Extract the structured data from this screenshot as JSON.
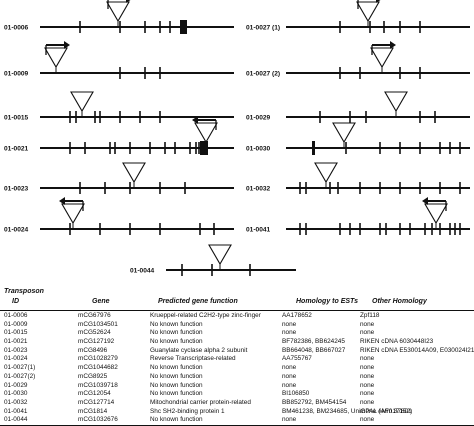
{
  "diagrams": [
    {
      "label": "01-0006",
      "strand": "+"
    },
    {
      "label": "01-0009",
      "strand": "+"
    },
    {
      "label": "01-0015",
      "strand": null
    },
    {
      "label": "01-0021",
      "strand": "-"
    },
    {
      "label": "01-0023",
      "strand": null
    },
    {
      "label": "01-0024",
      "strand": "-"
    },
    {
      "label": "01-0027 (1)",
      "strand": "+"
    },
    {
      "label": "01-0027 (2)",
      "strand": "+"
    },
    {
      "label": "01-0029",
      "strand": null
    },
    {
      "label": "01-0030",
      "strand": null
    },
    {
      "label": "01-0032",
      "strand": null
    },
    {
      "label": "01-0041",
      "strand": "-"
    },
    {
      "label": "01-0044",
      "strand": null
    }
  ],
  "table": {
    "headers": {
      "transposon": "Transposon",
      "id": "ID",
      "gene": "Gene",
      "function": "Predicted gene function",
      "est": "Homology to ESTs",
      "other": "Other Homology"
    },
    "rows": [
      [
        "01-0006",
        "mCG67976",
        "Krueppel-related C2H2-type zinc-finger",
        "AA178652",
        "Zpf118"
      ],
      [
        "01-0009",
        "mCG1034501",
        "No known function",
        "none",
        "none"
      ],
      [
        "01-0015",
        "mCG52624",
        "No known function",
        "none",
        "none"
      ],
      [
        "01-0021",
        "mCG127192",
        "No known function",
        "BF782386, BB624245",
        "RIKEN cDNA 6030448I23"
      ],
      [
        "01-0023",
        "mCG8496",
        "Guanylate cyclase alpha 2 subunit",
        "BB664048, BB667027",
        "RIKEN cDNA E530014A09, E030024I21"
      ],
      [
        "01-0024",
        "mCG1028279",
        "Reverse Transcriptase-related",
        "AA755767",
        "none"
      ],
      [
        "01-0027(1)",
        "mCG1044682",
        "No known function",
        "none",
        "none"
      ],
      [
        "01-0027(2)",
        "mCG8925",
        "No known function",
        "none",
        "none"
      ],
      [
        "01-0029",
        "mCG1039718",
        "No known function",
        "none",
        "none"
      ],
      [
        "01-0030",
        "mCG12054",
        "No known function",
        "BI106850",
        "none"
      ],
      [
        "01-0032",
        "mCG127714",
        "Mitochondrial carrier protein-related",
        "BB852792, BM454154",
        "none"
      ],
      [
        "01-0041",
        "mCG1814",
        "Shc SH2-binding protein 1",
        "BM461238, BM234685, UniGene #Mm.37801",
        "mPAL (AF017152)"
      ],
      [
        "01-0044",
        "mCG1032676",
        "No known function",
        "none",
        "none"
      ]
    ]
  }
}
